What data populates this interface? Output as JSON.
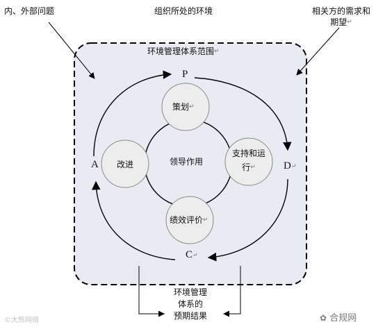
{
  "labels": {
    "internal_external_issues": "内、外部问题",
    "org_context": "组织所处的环境",
    "interested_parties_1": "相关方的需求和",
    "interested_parties_2": "期望",
    "ems_scope": "环境管理体系范围",
    "plan": "P",
    "do": "D",
    "check": "C",
    "act": "A",
    "planning": "策划",
    "improvement": "改进",
    "leadership": "领导作用",
    "support_operation_1": "支持和运",
    "support_operation_2": "行",
    "performance_evaluation": "绩效评价",
    "outcome_1": "环境管理",
    "outcome_2": "体系的",
    "outcome_3": "预期结果",
    "edit_mark": "↵"
  },
  "watermarks": {
    "left": "©大熊网络",
    "right": "合规网"
  },
  "colors": {
    "scope_fill": "#e8eaf4",
    "circle_fill": "#ededed",
    "stroke": "#000000"
  }
}
